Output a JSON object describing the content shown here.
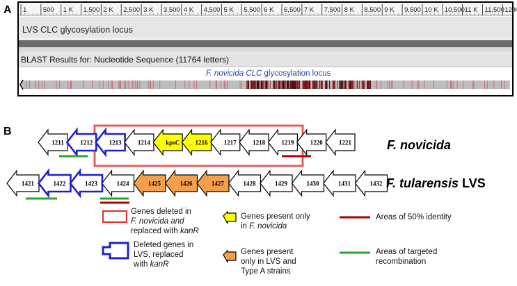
{
  "panel_a": {
    "label": "A",
    "ruler_ticks": [
      {
        "value": 1,
        "label": "1"
      },
      {
        "value": 500,
        "label": "500"
      },
      {
        "value": 1000,
        "label": "1 K"
      },
      {
        "value": 1500,
        "label": "1,500"
      },
      {
        "value": 2000,
        "label": "2 K"
      },
      {
        "value": 2500,
        "label": "2,500"
      },
      {
        "value": 3000,
        "label": "3 K"
      },
      {
        "value": 3500,
        "label": "3,500"
      },
      {
        "value": 4000,
        "label": "4 K"
      },
      {
        "value": 4500,
        "label": "4,500"
      },
      {
        "value": 5000,
        "label": "5 K"
      },
      {
        "value": 5500,
        "label": "5,500"
      },
      {
        "value": 6000,
        "label": "6 K"
      },
      {
        "value": 6500,
        "label": "6,500"
      },
      {
        "value": 7000,
        "label": "7 K"
      },
      {
        "value": 7500,
        "label": "7,500"
      },
      {
        "value": 8000,
        "label": "8 K"
      },
      {
        "value": 8500,
        "label": "8,500"
      },
      {
        "value": 9000,
        "label": "9 K"
      },
      {
        "value": 9500,
        "label": "9,500"
      },
      {
        "value": 10000,
        "label": "10 K"
      },
      {
        "value": 10500,
        "label": "10,500"
      },
      {
        "value": 11000,
        "label": "11 K"
      },
      {
        "value": 11500,
        "label": "11,500"
      },
      {
        "value": 12000,
        "label": "12 K"
      }
    ],
    "track_title": "LVS CLC glycosylation locus",
    "blast_title": "BLAST Results for: Nucleotide Sequence (11764 letters)",
    "alignment_label_italic": "F. novicida CLC",
    "alignment_label_rest": " glycosylation locus",
    "dense_region": [
      5600,
      8700
    ]
  },
  "panel_b": {
    "label": "B",
    "novicida_row": {
      "species": "F. novicida",
      "genes": [
        {
          "label": "1211",
          "type": "normal"
        },
        {
          "label": "1212",
          "type": "deleted"
        },
        {
          "label": "1213",
          "type": "deleted"
        },
        {
          "label": "1214",
          "type": "normal"
        },
        {
          "label": "kpsC",
          "type": "novicida"
        },
        {
          "label": "1216",
          "type": "novicida"
        },
        {
          "label": "1217",
          "type": "normal"
        },
        {
          "label": "1218",
          "type": "normal"
        },
        {
          "label": "1219",
          "type": "normal"
        },
        {
          "label": "1220",
          "type": "normal"
        },
        {
          "label": "1221",
          "type": "normal"
        }
      ]
    },
    "lvs_row": {
      "species_italic": "F. tularensis",
      "species_rest": " LVS",
      "genes": [
        {
          "label": "1421",
          "type": "normal"
        },
        {
          "label": "1422",
          "type": "deleted"
        },
        {
          "label": "1423",
          "type": "deleted"
        },
        {
          "label": "1424",
          "type": "normal"
        },
        {
          "label": "1425",
          "type": "lvs"
        },
        {
          "label": "1426",
          "type": "lvs"
        },
        {
          "label": "1427",
          "type": "lvs"
        },
        {
          "label": "1428",
          "type": "normal"
        },
        {
          "label": "1429",
          "type": "normal"
        },
        {
          "label": "1430",
          "type": "normal"
        },
        {
          "label": "1431",
          "type": "normal"
        },
        {
          "label": "1432",
          "type": "normal"
        }
      ]
    },
    "colors": {
      "red_box": "#e06060",
      "deleted": "#1f1fc8",
      "novicida": "#ffff00",
      "lvs": "#f4a04a",
      "identity": "#b00000",
      "recombination": "#2aa52a"
    },
    "legend": {
      "deleted_novicida": [
        "Genes deleted in",
        "F. novicida and",
        "replaced with kanR"
      ],
      "deleted_lvs": [
        "Deleted genes in",
        "LVS, replaced",
        "with kanR"
      ],
      "novicida_only": [
        "Genes present only",
        "in F. novicida"
      ],
      "lvs_only": [
        "Genes present",
        "only in LVS and",
        "Type A strains"
      ],
      "identity": "Areas of 50% identity",
      "recombination": [
        "Areas of targeted",
        "recombination"
      ]
    }
  }
}
